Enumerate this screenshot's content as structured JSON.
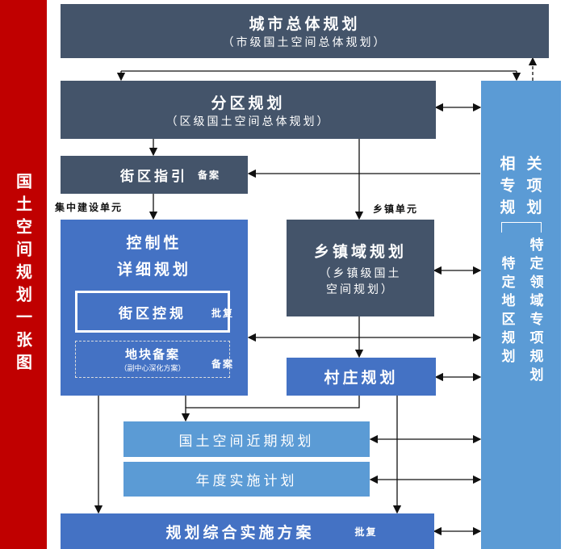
{
  "side_title": "国土空间规划一张图",
  "city": {
    "title": "城市总体规划",
    "sub": "（市级国土空间总体规划）"
  },
  "district": {
    "title": "分区规划",
    "sub": "（区级国土空间总体规划）"
  },
  "block_guide": {
    "title": "街区指引",
    "note": "备案"
  },
  "labels": {
    "concentrated": "集中建设单元",
    "township_unit": "乡镇单元"
  },
  "regulatory": {
    "title_line1": "控制性",
    "title_line2": "详细规划",
    "block_ctrl": "街区控规",
    "approve": "批复",
    "plot_title": "地块备案",
    "plot_sub": "（副中心深化方案）",
    "plot_note": "备案"
  },
  "township": {
    "title": "乡镇域规划",
    "sub_line1": "（乡镇级国土",
    "sub_line2": "空间规划）"
  },
  "village": {
    "title": "村庄规划"
  },
  "near_term": {
    "title": "国土空间近期规划"
  },
  "annual": {
    "title": "年度实施计划"
  },
  "implementation": {
    "title": "规划综合实施方案",
    "approve": "批复"
  },
  "special": {
    "title_line1": "相关",
    "title_line2": "专项",
    "title_line3": "规划",
    "col1": "特定地区规划",
    "col2": "特定领域专项规划"
  }
}
